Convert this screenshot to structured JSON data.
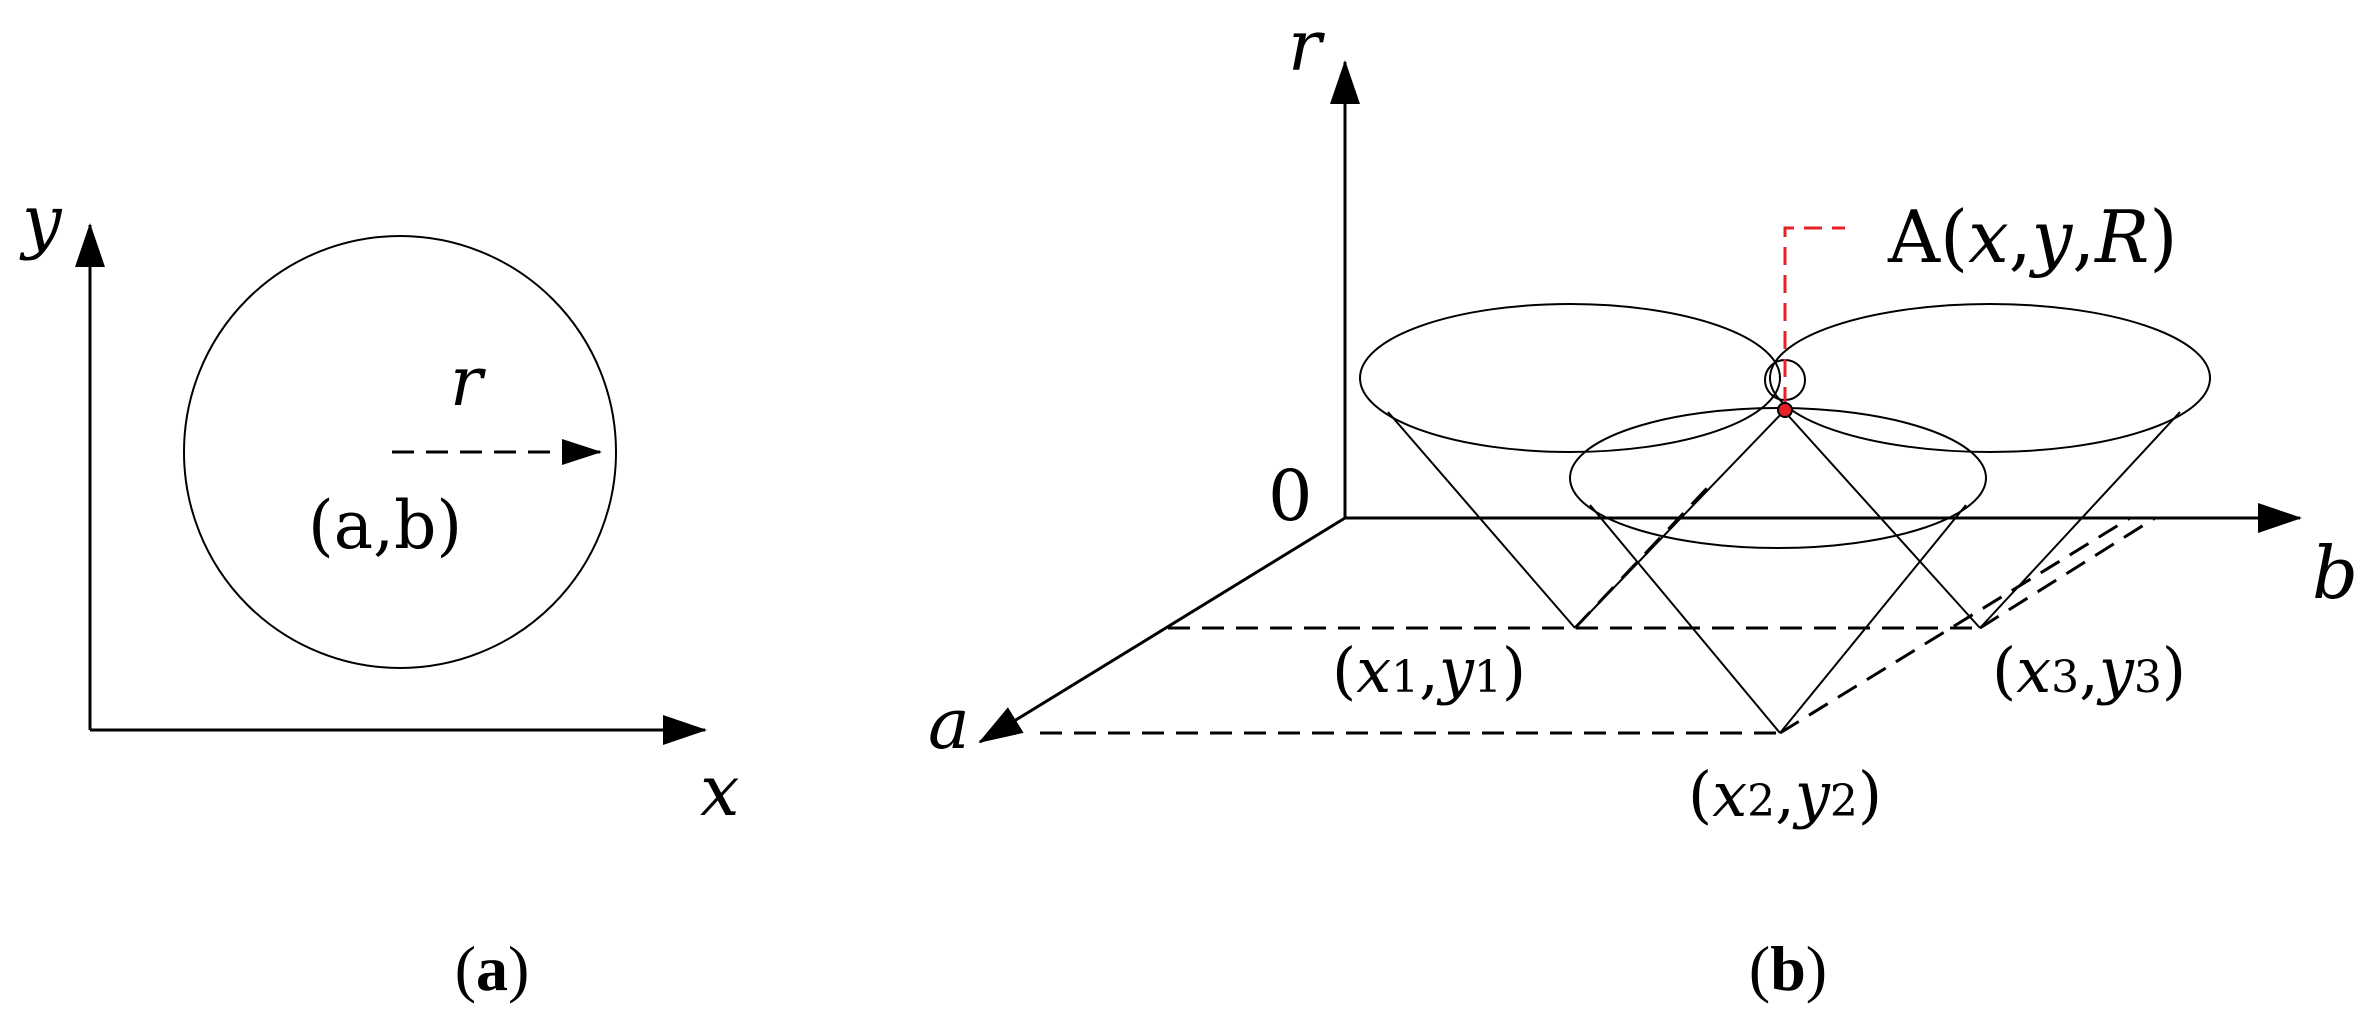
{
  "panel_a": {
    "axis_x": "x",
    "axis_y": "y",
    "radius": "r",
    "center": "(a,b)",
    "caption_open": "(",
    "caption_letter": "a",
    "caption_close": ")"
  },
  "panel_b": {
    "axis_r": "r",
    "axis_a": "a",
    "axis_b": "b",
    "origin": "0",
    "point_A": {
      "prefix": "A(",
      "x": "x",
      "y": "y",
      "R": "R",
      "sep1": ",",
      "sep2": ",",
      "close": ")"
    },
    "p1": {
      "open": "(",
      "x": "x",
      "xs": "1",
      "sep": ",",
      "y": "y",
      "ys": "1",
      "close": ")"
    },
    "p2": {
      "open": "(",
      "x": "x",
      "xs": "2",
      "sep": ",",
      "y": "y",
      "ys": "2",
      "close": ")"
    },
    "p3": {
      "open": "(",
      "x": "x",
      "xs": "3",
      "sep": ",",
      "y": "y",
      "ys": "3",
      "close": ")"
    },
    "caption_open": "(",
    "caption_letter": "b",
    "caption_close": ")"
  },
  "colors": {
    "line": "#000000",
    "highlight": "#e8202a"
  }
}
